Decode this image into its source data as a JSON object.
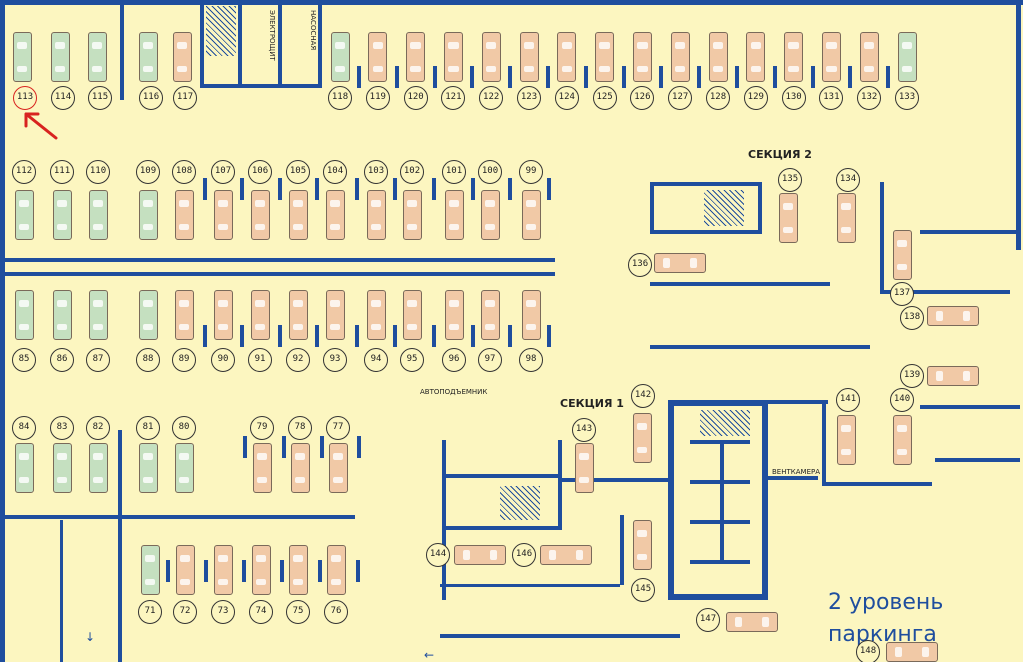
{
  "title_line1": "2 уровень",
  "title_line2": "паркинга",
  "sections": {
    "s1": "СЕКЦИЯ 1",
    "s2": "СЕКЦИЯ 2"
  },
  "small_labels": {
    "ramp": "АВТОПОДЪЕМНИК",
    "service": "ВЕНТКАМЕРА",
    "room_a": "НАСОСНАЯ",
    "room_b": "ЭЛЕКТРОЩИТ"
  },
  "colors": {
    "wall": "#1f4e9e",
    "floor": "#fcf6c0",
    "car_beige": "#f1c9a6",
    "car_green": "#c5e0c0",
    "arrow": "#d8231f"
  },
  "highlight": {
    "spot": "113",
    "marker": "red-arrow"
  },
  "spots": [
    {
      "id": "113",
      "color": "green",
      "row": "A"
    },
    {
      "id": "114",
      "color": "green",
      "row": "A"
    },
    {
      "id": "115",
      "color": "green",
      "row": "A"
    },
    {
      "id": "116",
      "color": "green",
      "row": "A"
    },
    {
      "id": "117",
      "color": "beige",
      "row": "A"
    },
    {
      "id": "118",
      "color": "green",
      "row": "A"
    },
    {
      "id": "119",
      "color": "beige",
      "row": "A"
    },
    {
      "id": "120",
      "color": "beige",
      "row": "A"
    },
    {
      "id": "121",
      "color": "beige",
      "row": "A"
    },
    {
      "id": "122",
      "color": "beige",
      "row": "A"
    },
    {
      "id": "123",
      "color": "beige",
      "row": "A"
    },
    {
      "id": "124",
      "color": "beige",
      "row": "A"
    },
    {
      "id": "125",
      "color": "beige",
      "row": "A"
    },
    {
      "id": "126",
      "color": "beige",
      "row": "A"
    },
    {
      "id": "127",
      "color": "beige",
      "row": "A"
    },
    {
      "id": "128",
      "color": "beige",
      "row": "A"
    },
    {
      "id": "129",
      "color": "beige",
      "row": "A"
    },
    {
      "id": "130",
      "color": "beige",
      "row": "A"
    },
    {
      "id": "131",
      "color": "beige",
      "row": "A"
    },
    {
      "id": "132",
      "color": "beige",
      "row": "A"
    },
    {
      "id": "133",
      "color": "green",
      "row": "A"
    },
    {
      "id": "112",
      "color": "green",
      "row": "B"
    },
    {
      "id": "111",
      "color": "green",
      "row": "B"
    },
    {
      "id": "110",
      "color": "green",
      "row": "B"
    },
    {
      "id": "109",
      "color": "green",
      "row": "B"
    },
    {
      "id": "108",
      "color": "beige",
      "row": "B"
    },
    {
      "id": "107",
      "color": "beige",
      "row": "B"
    },
    {
      "id": "106",
      "color": "beige",
      "row": "B"
    },
    {
      "id": "105",
      "color": "beige",
      "row": "B"
    },
    {
      "id": "104",
      "color": "beige",
      "row": "B"
    },
    {
      "id": "103",
      "color": "beige",
      "row": "B"
    },
    {
      "id": "102",
      "color": "beige",
      "row": "B"
    },
    {
      "id": "101",
      "color": "beige",
      "row": "B"
    },
    {
      "id": "100",
      "color": "beige",
      "row": "B"
    },
    {
      "id": "99",
      "color": "beige",
      "row": "B"
    },
    {
      "id": "85",
      "color": "green",
      "row": "C"
    },
    {
      "id": "86",
      "color": "green",
      "row": "C"
    },
    {
      "id": "87",
      "color": "green",
      "row": "C"
    },
    {
      "id": "88",
      "color": "green",
      "row": "C"
    },
    {
      "id": "89",
      "color": "beige",
      "row": "C"
    },
    {
      "id": "90",
      "color": "beige",
      "row": "C"
    },
    {
      "id": "91",
      "color": "beige",
      "row": "C"
    },
    {
      "id": "92",
      "color": "beige",
      "row": "C"
    },
    {
      "id": "93",
      "color": "beige",
      "row": "C"
    },
    {
      "id": "94",
      "color": "beige",
      "row": "C"
    },
    {
      "id": "95",
      "color": "beige",
      "row": "C"
    },
    {
      "id": "96",
      "color": "beige",
      "row": "C"
    },
    {
      "id": "97",
      "color": "beige",
      "row": "C"
    },
    {
      "id": "98",
      "color": "beige",
      "row": "C"
    },
    {
      "id": "84",
      "color": "green",
      "row": "D"
    },
    {
      "id": "83",
      "color": "green",
      "row": "D"
    },
    {
      "id": "82",
      "color": "green",
      "row": "D"
    },
    {
      "id": "81",
      "color": "green",
      "row": "D"
    },
    {
      "id": "80",
      "color": "green",
      "row": "D"
    },
    {
      "id": "79",
      "color": "beige",
      "row": "D"
    },
    {
      "id": "78",
      "color": "beige",
      "row": "D"
    },
    {
      "id": "77",
      "color": "beige",
      "row": "D"
    },
    {
      "id": "71",
      "color": "green",
      "row": "E"
    },
    {
      "id": "72",
      "color": "beige",
      "row": "E"
    },
    {
      "id": "73",
      "color": "beige",
      "row": "E"
    },
    {
      "id": "74",
      "color": "beige",
      "row": "E"
    },
    {
      "id": "75",
      "color": "beige",
      "row": "E"
    },
    {
      "id": "76",
      "color": "beige",
      "row": "E"
    },
    {
      "id": "134",
      "color": "beige",
      "row": "S2"
    },
    {
      "id": "135",
      "color": "beige",
      "row": "S2"
    },
    {
      "id": "136",
      "color": "beige",
      "row": "S2"
    },
    {
      "id": "137",
      "color": "beige",
      "row": "S2"
    },
    {
      "id": "138",
      "color": "beige",
      "row": "S2"
    },
    {
      "id": "139",
      "color": "beige",
      "row": "S2"
    },
    {
      "id": "140",
      "color": "beige",
      "row": "S2"
    },
    {
      "id": "141",
      "color": "beige",
      "row": "S2"
    },
    {
      "id": "142",
      "color": "beige",
      "row": "S1"
    },
    {
      "id": "143",
      "color": "beige",
      "row": "S1"
    },
    {
      "id": "144",
      "color": "beige",
      "row": "S1"
    },
    {
      "id": "145",
      "color": "beige",
      "row": "S1"
    },
    {
      "id": "146",
      "color": "beige",
      "row": "S1"
    },
    {
      "id": "147",
      "color": "beige",
      "row": "S1"
    },
    {
      "id": "148",
      "color": "beige",
      "row": "S1"
    }
  ]
}
